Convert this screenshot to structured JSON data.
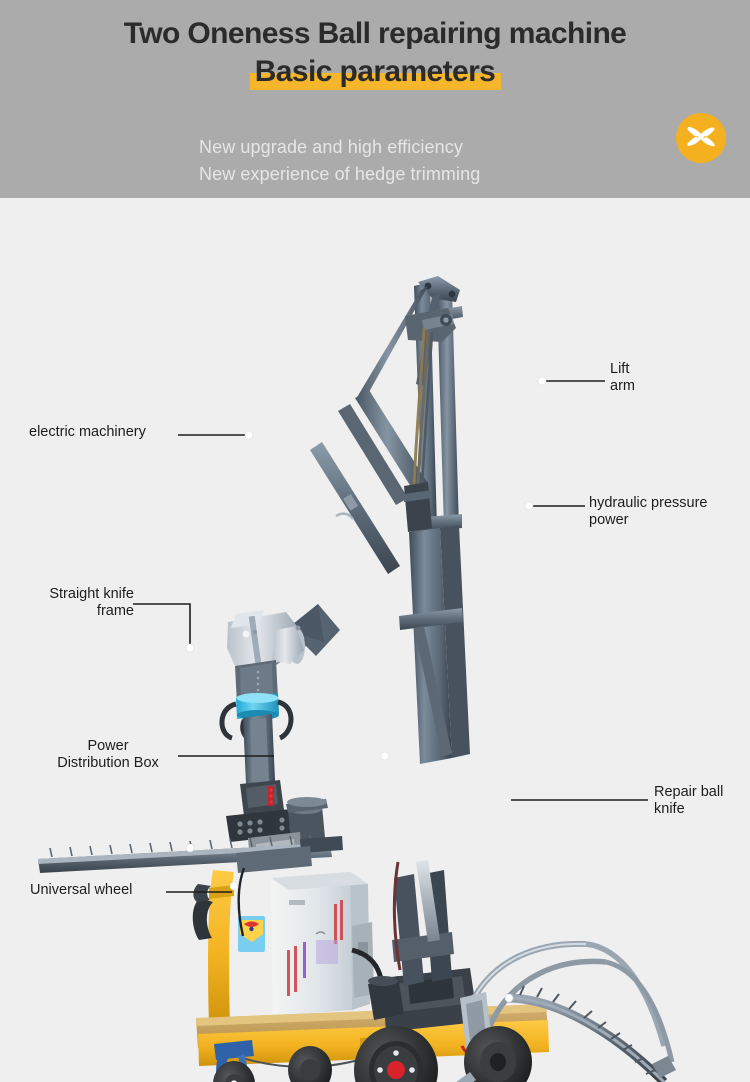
{
  "header": {
    "title_line1": "Two Oneness Ball repairing machine",
    "title_line2": "Basic parameters",
    "subtitle_line1": "New upgrade and high efficiency",
    "subtitle_line2": "New experience of hedge trimming",
    "badge_icon": "shears-icon",
    "bg_color": "#ababab",
    "highlight_color": "#f6b62c",
    "badge_color": "#f5b01f",
    "title_color": "#2b2b2b",
    "subtitle_color": "#e6e6e6"
  },
  "diagram": {
    "background_color": "#efefef",
    "subject": "two-in-one hedge ball repairing machine",
    "callouts": [
      {
        "id": "electric-machinery",
        "label": "electric machinery",
        "side": "left"
      },
      {
        "id": "straight-knife-frame",
        "label": "Straight knife\nframe",
        "side": "left"
      },
      {
        "id": "power-distribution-box",
        "label": "Power\nDistribution Box",
        "side": "left"
      },
      {
        "id": "universal-wheel",
        "label": "Universal wheel",
        "side": "left"
      },
      {
        "id": "lift-arm",
        "label": "Lift\narm",
        "side": "right"
      },
      {
        "id": "hydraulic-pressure-power",
        "label": "hydraulic pressure\npower",
        "side": "right"
      },
      {
        "id": "repair-ball-knife",
        "label": "Repair ball\nknife",
        "side": "right"
      }
    ],
    "labels": {
      "electric_machinery": "electric machinery",
      "straight_knife_frame_l1": "Straight knife",
      "straight_knife_frame_l2": "frame",
      "power_distribution_box_l1": "Power",
      "power_distribution_box_l2": "Distribution Box",
      "universal_wheel": "Universal wheel",
      "lift_arm_l1": "Lift",
      "lift_arm_l2": "arm",
      "hydraulic_l1": "hydraulic pressure",
      "hydraulic_l2": "power",
      "repair_ball_knife_l1": "Repair ball",
      "repair_ball_knife_l2": "knife"
    },
    "colors": {
      "steel_dark": "#4e5a66",
      "steel_mid": "#6c7b8a",
      "steel_light": "#9aa8b5",
      "cart_yellow": "#f2b321",
      "cart_yellow_dark": "#d9990f",
      "deck_tan": "#c9a45a",
      "tire_black": "#2e2e2e",
      "accent_cyan": "#3fbde0",
      "accent_pink": "#e8195e",
      "accent_red": "#d8232a",
      "box_white": "#e9ecef",
      "leader_line": "#1d1d1d"
    }
  }
}
